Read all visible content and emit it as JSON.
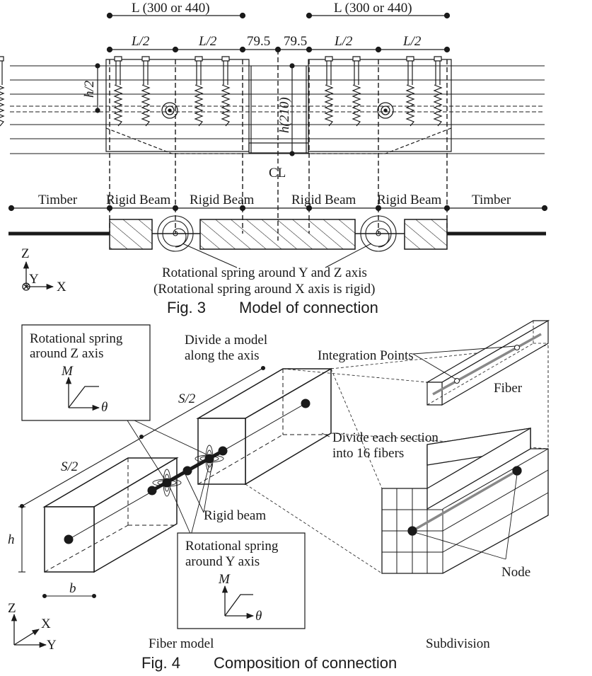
{
  "fig3": {
    "dim_L_left": "L (300 or 440)",
    "dim_L_right": "L (300 or 440)",
    "half_L": "L/2",
    "offset": "79.5",
    "h_half": "h/2",
    "h_center": "h(210)",
    "centerline": "CL",
    "segments": [
      "Timber",
      "Rigid Beam",
      "Rigid Beam",
      "Rigid Beam",
      "Rigid Beam",
      "Timber"
    ],
    "spring_note_1": "Rotational spring around Y and Z axis",
    "spring_note_2": "(Rotational spring around X axis is rigid)",
    "axes": {
      "z": "Z",
      "y": "Y",
      "x": "X"
    },
    "caption_num": "Fig. 3",
    "caption_text": "Model of connection"
  },
  "fig4": {
    "z_spring_title_1": "Rotational spring",
    "z_spring_title_2": "around Z axis",
    "y_spring_title_1": "Rotational spring",
    "y_spring_title_2": "around Y axis",
    "moment": "M",
    "theta": "θ",
    "divide_model_1": "Divide a model",
    "divide_model_2": "along the axis",
    "integration_points": "Integration Points",
    "fiber": "Fiber",
    "divide_section_1": "Divide each section",
    "divide_section_2": "into 16 fibers",
    "rigid_beam": "Rigid beam",
    "node": "Node",
    "s_half": "S/2",
    "h": "h",
    "b": "b",
    "axes": {
      "z": "Z",
      "x": "X",
      "y": "Y"
    },
    "fiber_model": "Fiber model",
    "subdivision": "Subdivision",
    "caption_num": "Fig. 4",
    "caption_text": "Composition of connection"
  }
}
